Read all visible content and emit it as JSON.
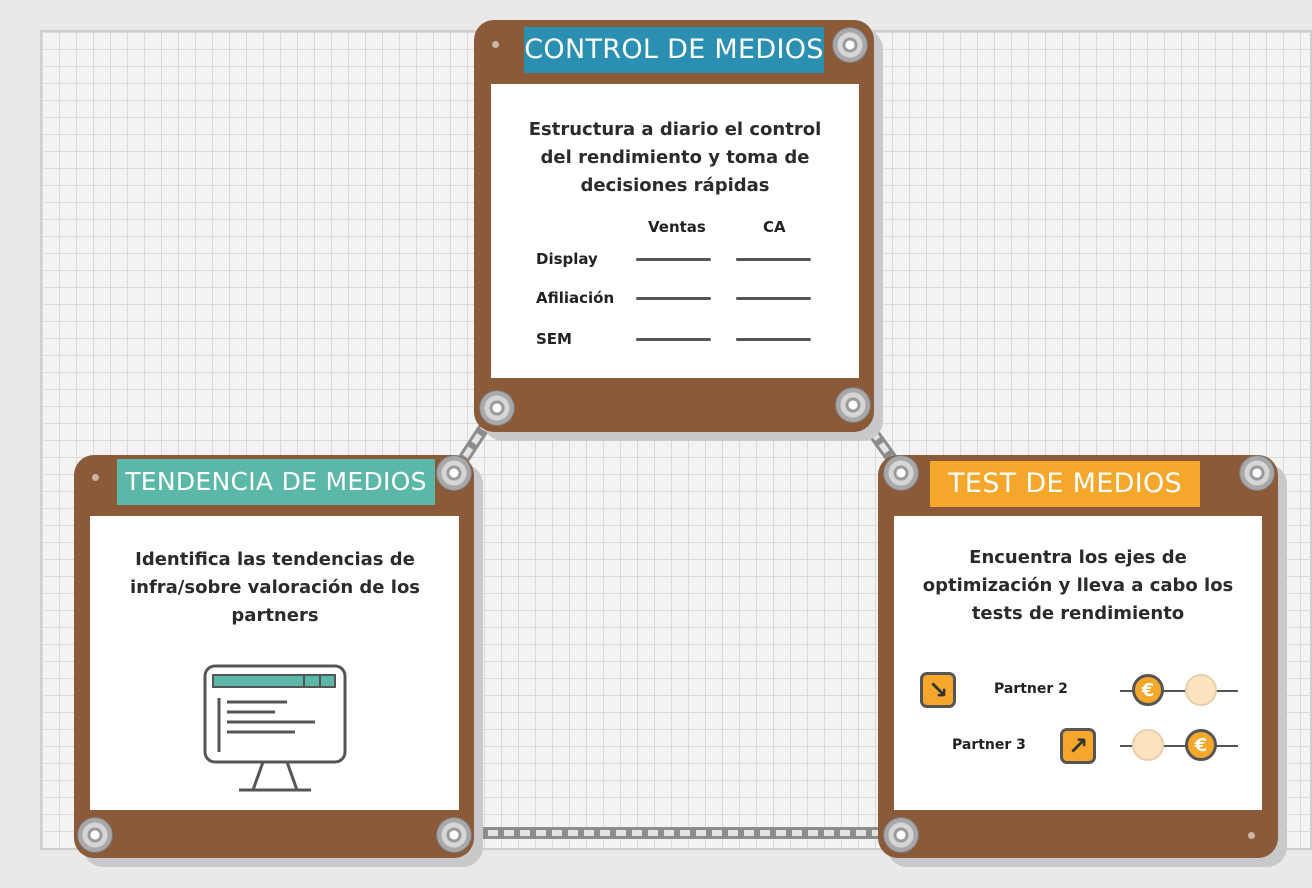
{
  "control": {
    "title": "CONTROL DE MEDIOS",
    "description": "Estructura a diario el control del rendimiento y toma de decisiones rápidas",
    "columns": [
      "Ventas",
      "CA"
    ],
    "rows": [
      "Display",
      "Afiliación",
      "SEM"
    ]
  },
  "tendencia": {
    "title": "TENDENCIA DE MEDIOS",
    "description": "Identifica las tendencias de infra/sobre valoración de los partners",
    "icon": "monitor-icon"
  },
  "test": {
    "title": "TEST DE MEDIOS",
    "description": "Encuentra los ejes de optimización y lleva a cabo los tests de rendimiento",
    "partners": [
      {
        "label": "Partner 2",
        "arrow": "↘",
        "arrow_icon": "arrow-down-right-icon"
      },
      {
        "label": "Partner 3",
        "arrow": "↗",
        "arrow_icon": "arrow-up-right-icon"
      }
    ],
    "currency": "€"
  },
  "colors": {
    "wood": "#8a5a39",
    "control_title": "#2a8fb0",
    "tendencia_title": "#5bb7a8",
    "test_title": "#f5a72c"
  }
}
